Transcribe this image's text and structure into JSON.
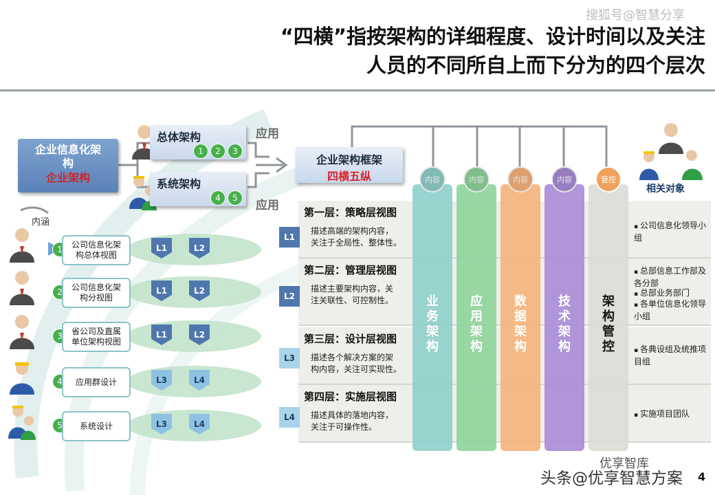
{
  "watermark_top": "搜狐号@智慧分享",
  "title_line1": "“四横”指按架构的详细程度、设计时间以及关注",
  "title_line2": "人员的不同所自上而下分为的四个层次",
  "left_box": {
    "line1": "企业信息化架",
    "line2": "构",
    "red": "企业架构"
  },
  "overall_arch": {
    "label": "总体架构",
    "nums": [
      "1",
      "2",
      "3"
    ]
  },
  "system_arch": {
    "label": "系统架构",
    "nums": [
      "4",
      "5"
    ]
  },
  "apply_label_top": "应用",
  "apply_label_bottom": "应用",
  "framework_box": {
    "line1": "企业架构框架",
    "red": "四横五纵"
  },
  "neihan": "内涵",
  "rows": [
    {
      "num": "1",
      "text1": "公司信息化架",
      "text2": "构总体视图",
      "a": "L1",
      "b": "L2"
    },
    {
      "num": "2",
      "text1": "公司信息化架",
      "text2": "构分视图",
      "a": "L1",
      "b": "L2"
    },
    {
      "num": "3",
      "text1": "省公司及直属",
      "text2": "单位架构视图",
      "a": "L1",
      "b": "L2"
    },
    {
      "num": "4",
      "text1": "应用群设计",
      "text2": "",
      "a": "L3",
      "b": "L4"
    },
    {
      "num": "5",
      "text1": "系统设计",
      "text2": "",
      "a": "L3",
      "b": "L4"
    }
  ],
  "layers": [
    {
      "tag": "L1",
      "title": "第一层：策略层视图",
      "desc1": "描述高端的架构内容，",
      "desc2": "关注于全局性、整体性。"
    },
    {
      "tag": "L2",
      "title": "第二层：管理层视图",
      "desc1": "描述主要架构内容，关",
      "desc2": "注关联性、可控制性。"
    },
    {
      "tag": "L3",
      "title": "第三层：设计层视图",
      "desc1": "描述各个解决方案的架",
      "desc2": "构内容，关注可实现性。"
    },
    {
      "tag": "L4",
      "title": "第四层：实施层视图",
      "desc1": "描述具体的落地内容，",
      "desc2": "关注于可操作性。"
    }
  ],
  "columns": [
    {
      "circle": "内容",
      "text": "业务架构",
      "color": "#8fcfcb"
    },
    {
      "circle": "内容",
      "text": "应用架构",
      "color": "#8ed39a"
    },
    {
      "circle": "内容",
      "text": "数据架构",
      "color": "#f5b27a"
    },
    {
      "circle": "内容",
      "text": "技术架构",
      "color": "#a98bd6"
    },
    {
      "circle": "管控",
      "text": "架构管控",
      "color": "#dcdcd6"
    }
  ],
  "related": "相关对象",
  "targets": [
    [
      "公司信息化领导小组"
    ],
    [
      "总部信息工作部及各分部",
      "总部业务部门",
      "各单位信息化领导小组"
    ],
    [
      "各典设组及统推项目组"
    ],
    [
      "实施项目团队"
    ]
  ],
  "watermark_bottom_right": "优享智库",
  "watermark_bottom": "头条@优享智慧方案",
  "page_number": "4",
  "colors": {
    "blue_box": "#5b82b8",
    "red": "#d3232b",
    "green_num": "#46b04a",
    "orange_circle": "#f0a15c"
  }
}
